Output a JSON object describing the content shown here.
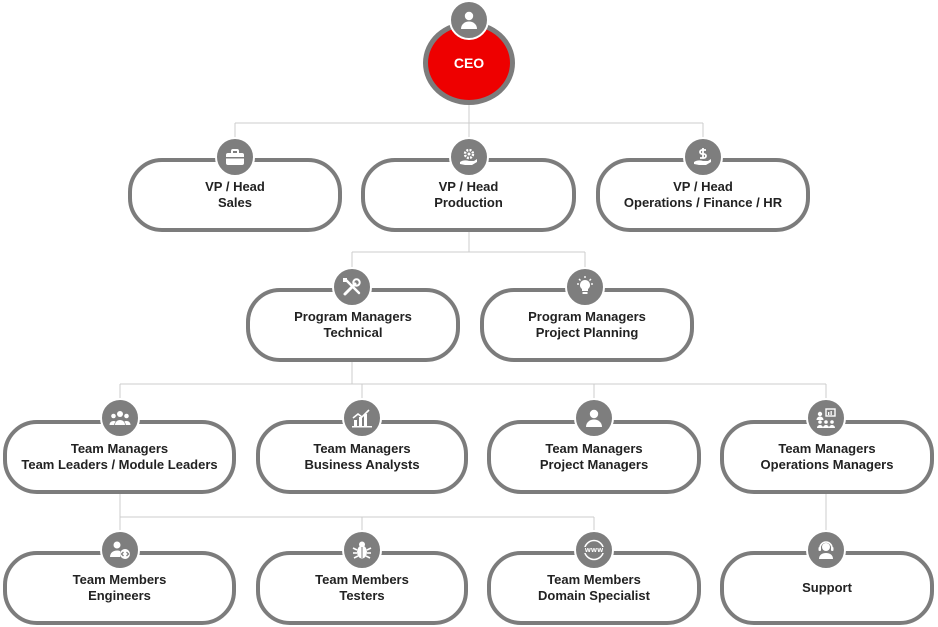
{
  "ceo": {
    "label": "CEO",
    "icon": "user-icon",
    "color": "#ee0000"
  },
  "vp": {
    "sales": {
      "line1": "VP / Head",
      "line2": "Sales",
      "icon": "briefcase-icon"
    },
    "production": {
      "line1": "VP / Head",
      "line2": "Production",
      "icon": "hand-gear-icon"
    },
    "operations": {
      "line1": "VP / Head",
      "line2": "Operations / Finance / HR",
      "icon": "hand-dollar-icon"
    }
  },
  "program_managers": {
    "technical": {
      "line1": "Program Managers",
      "line2": "Technical",
      "icon": "tools-icon"
    },
    "planning": {
      "line1": "Program Managers",
      "line2": "Project Planning",
      "icon": "lightbulb-icon"
    }
  },
  "team_managers": {
    "leaders": {
      "line1": "Team Managers",
      "line2": "Team Leaders / Module Leaders",
      "icon": "group-icon"
    },
    "analysts": {
      "line1": "Team Managers",
      "line2": "Business Analysts",
      "icon": "bar-chart-icon"
    },
    "project": {
      "line1": "Team Managers",
      "line2": "Project Managers",
      "icon": "person-icon"
    },
    "operations": {
      "line1": "Team Managers",
      "line2": "Operations Managers",
      "icon": "presentation-icon"
    }
  },
  "team_members": {
    "engineers": {
      "line1": "Team Members",
      "line2": "Engineers",
      "icon": "developer-icon"
    },
    "testers": {
      "line1": "Team Members",
      "line2": "Testers",
      "icon": "bug-icon"
    },
    "domain": {
      "line1": "Team Members",
      "line2": "Domain Specialist",
      "icon": "www-icon"
    }
  },
  "support": {
    "label": "Support",
    "icon": "headset-icon"
  },
  "colors": {
    "border": "#7c7c7c",
    "connector": "#cccccc",
    "icon_bg": "#7e7e7e",
    "accent": "#ee0000"
  }
}
